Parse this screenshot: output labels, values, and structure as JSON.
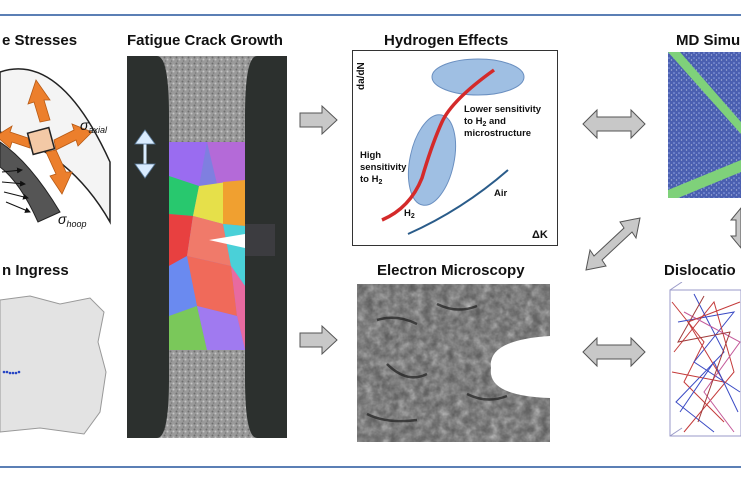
{
  "titles": {
    "stresses": "e Stresses",
    "fatigue": "Fatigue Crack Growth",
    "hydrogen": "Hydrogen Effects",
    "md": "MD Simu",
    "ingress": "n Ingress",
    "microscopy": "Electron Microscopy",
    "dislocation": "Dislocatio"
  },
  "stress_labels": {
    "axial_main": "σ",
    "axial_sub": "axial",
    "hoop_main": "σ",
    "hoop_sub": "hoop"
  },
  "hydrogen_plot": {
    "y_axis": "da/dN",
    "x_axis": "ΔK",
    "low_line1": "Lower sensitivity",
    "low_line2_pre": "to H",
    "low_line2_sub": "2",
    "low_line2_post": " and",
    "low_line3": "microstructure",
    "high_line1": "High",
    "high_line2": "sensitivity",
    "high_line3_pre": "to H",
    "high_line3_sub": "2",
    "curve_h2_pre": "H",
    "curve_h2_sub": "2",
    "curve_air": "Air"
  },
  "colors": {
    "border_line": "#5b7fb5",
    "h2_curve": "#d42a2a",
    "air_curve": "#2a5c8a",
    "ellipse_fill": "#9fbfe3",
    "arrow_fill": "#c8c8c8",
    "stress_arrow": "#ec7f2c",
    "md_stripe": "#7fd17a",
    "md_bg": "#4a5fb0"
  }
}
